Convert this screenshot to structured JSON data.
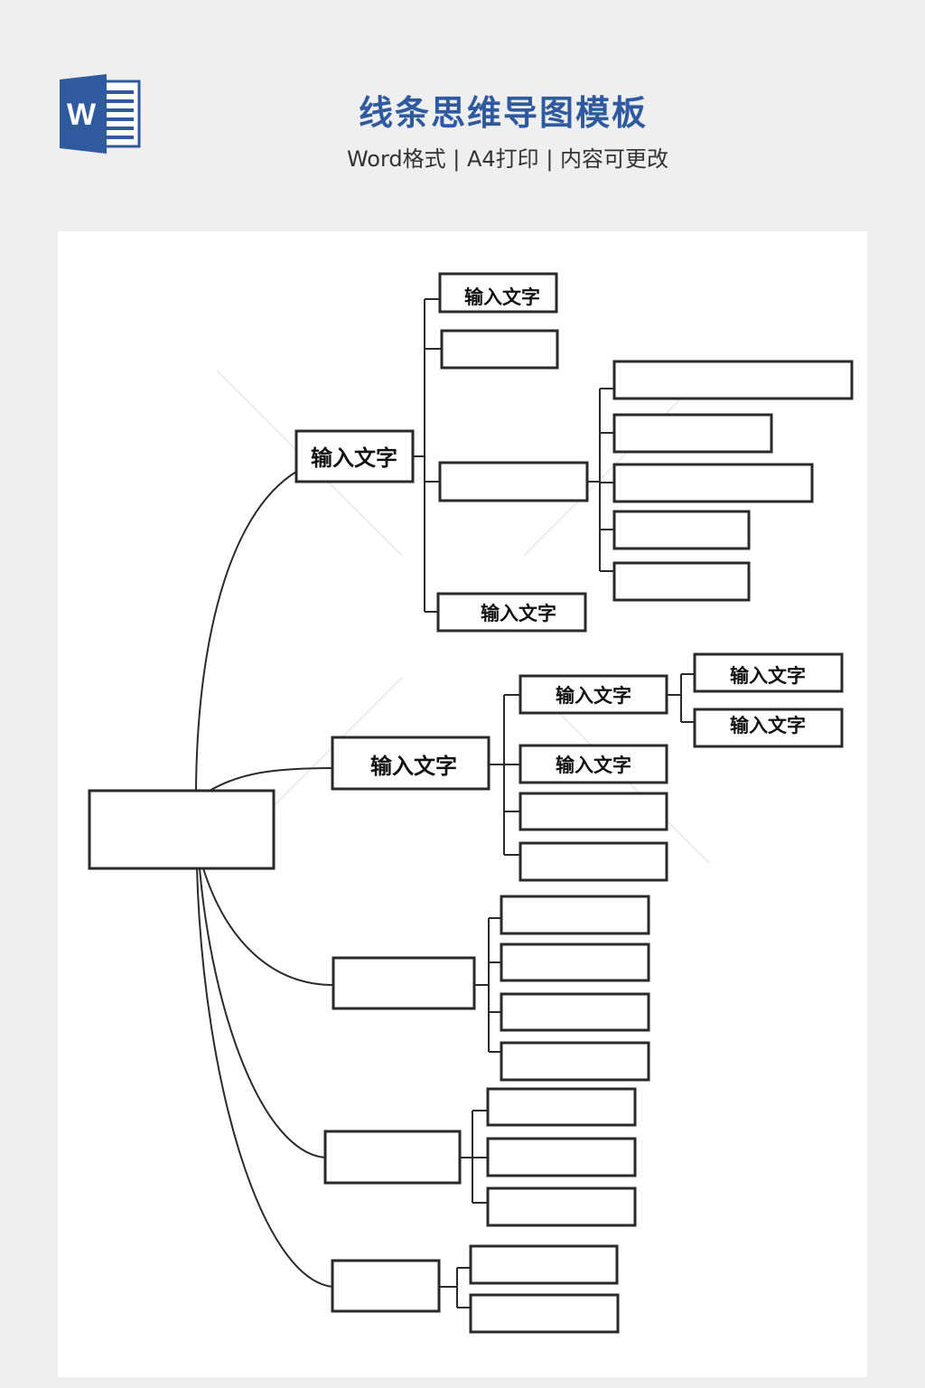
{
  "header": {
    "title": "线条思维导图模板",
    "subtitle": "Word格式 | A4打印 | 内容可更改",
    "logo_letter": "W"
  },
  "mindmap": {
    "root": "",
    "branch_a": {
      "label": "输入文字",
      "child_1": "输入文字",
      "child_4": "输入文字"
    },
    "branch_b": {
      "label": "输入文字",
      "child_1": "输入文字",
      "child_2": "输入文字",
      "grandchild_1": "输入文字",
      "grandchild_2": "输入文字"
    }
  },
  "colors": {
    "accent": "#2f5aa0",
    "line": "#2a2a2a"
  }
}
